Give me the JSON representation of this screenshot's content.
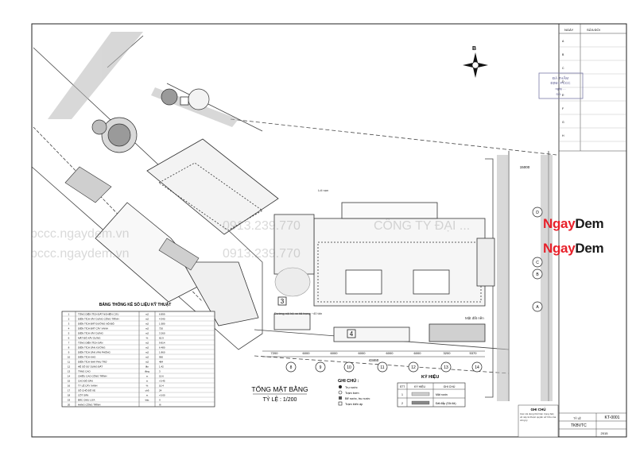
{
  "drawing": {
    "title": "TỔNG MẶT BẰNG",
    "scale": "TỶ LỆ : 1/200",
    "north_label": "B",
    "building_numbers": [
      "3",
      "4"
    ],
    "grid_axes_x": [
      "8",
      "9",
      "10",
      "11",
      "12",
      "13",
      "14"
    ],
    "grid_axes_y": [
      "A",
      "B",
      "C",
      "D"
    ],
    "dimensions": {
      "total": "43460",
      "spans": [
        "7200",
        "6000",
        "6000",
        "6000",
        "6000",
        "6000",
        "3200",
        "5370"
      ],
      "top": "15000"
    },
    "plan_labels": {
      "right_road": "Mặt đất nền",
      "tank_note": "Đường nội bộ xe tải trọng ~40 tấn",
      "left_note": "Lối nạn"
    }
  },
  "spec_table": {
    "title": "BẢNG THỐNG KÊ SỐ LIỆU KỸ THUẬT",
    "rows": [
      [
        "TỔNG DIỆN TÍCH ĐẤT NGHIÊN CỨU",
        "m2",
        "6 899"
      ],
      [
        "DIỆN TÍCH XÂY DỰNG CÔNG TRÌNH",
        "m2",
        "4 340"
      ],
      [
        "DIỆN TÍCH ĐẤT ĐƯỜNG NỘI BỘ",
        "m2",
        "1 580"
      ],
      [
        "DIỆN TÍCH ĐẤT CÂY XANH",
        "m2",
        "720"
      ],
      [
        "DIỆN TÍCH XÂY DỰNG",
        "m2",
        "3 260"
      ],
      [
        "MẬT ĐỘ XÂY DỰNG",
        "%",
        "62.9"
      ],
      [
        "TỔNG DIỆN TÍCH SÀN",
        "m2",
        "9 814"
      ],
      [
        "DIỆN TÍCH SÀN XƯỞNG",
        "m2",
        "6 480"
      ],
      [
        "DIỆN TÍCH SÀN VĂN PHÒNG",
        "m2",
        "1 860"
      ],
      [
        "DIỆN TÍCH KHO",
        "m2",
        "990"
      ],
      [
        "DIỆN TÍCH NHÀ PHỤ TRỢ",
        "m2",
        "484"
      ],
      [
        "HỆ SỐ SỬ DỤNG ĐẤT",
        "lần",
        "1.42"
      ],
      [
        "TẦNG CAO",
        "tầng",
        "3"
      ],
      [
        "CHIỀU CAO CÔNG TRÌNH",
        "m",
        "15.6"
      ],
      [
        "CAO ĐỘ SÀN",
        "m",
        "+0.45"
      ],
      [
        "TỶ LỆ CÂY XANH",
        "%",
        "10.4"
      ],
      [
        "SỐ CHỖ ĐỖ XE",
        "chỗ",
        "24"
      ],
      [
        "CỐT SÂN",
        "m",
        "+0.00"
      ],
      [
        "BẬC CHỊU LỬA",
        "bậc",
        "II"
      ],
      [
        "HẠNG CÔNG TRÌNH",
        "",
        "III"
      ]
    ]
  },
  "legend": {
    "notes_title": "GHI CHÚ :",
    "notes": [
      "Trụ nước",
      "Trạm bơm",
      "Bể nước, trụ nước",
      "Trạm biến áp"
    ],
    "symbols_title": "KÝ HIỆU",
    "symbol_headers": [
      "STT",
      "KÝ HIỆU",
      "GHI CHÚ"
    ],
    "symbols": [
      [
        "1",
        "Mặt nước"
      ],
      [
        "2",
        "Đất đắp (Sỏi đá)"
      ]
    ]
  },
  "title_block": {
    "revision_header": [
      "NGÀY",
      "SỬA ĐỔI"
    ],
    "revision_rows": [
      "A",
      "B",
      "C",
      "D",
      "E",
      "F",
      "G",
      "H"
    ],
    "stamp_lines": [
      "ĐÃ THẨM",
      "ĐỊNH PCCC",
      "ngày ...",
      "SỐ: ..."
    ],
    "notes_title": "GHI CHÚ",
    "notes_body": "Các nội dung thể hiện trong bản vẽ này là thuộc quyền sở hữu của công ty",
    "project_code": "TKBVTC",
    "drawing_no": "KT-0001",
    "year": "2015",
    "scale_text": "TỶ LỆ"
  },
  "watermarks": [
    "pccc.ngaydem.vn",
    "0913.239.770",
    "CÔNG TY ĐẠI ...",
    "pccc.ngaydem.vn",
    "0913.239.770"
  ],
  "brand": {
    "part1": "Ngay",
    "part2": "Dem",
    "color1": "#e8202a",
    "color2": "#1a1a1a"
  }
}
